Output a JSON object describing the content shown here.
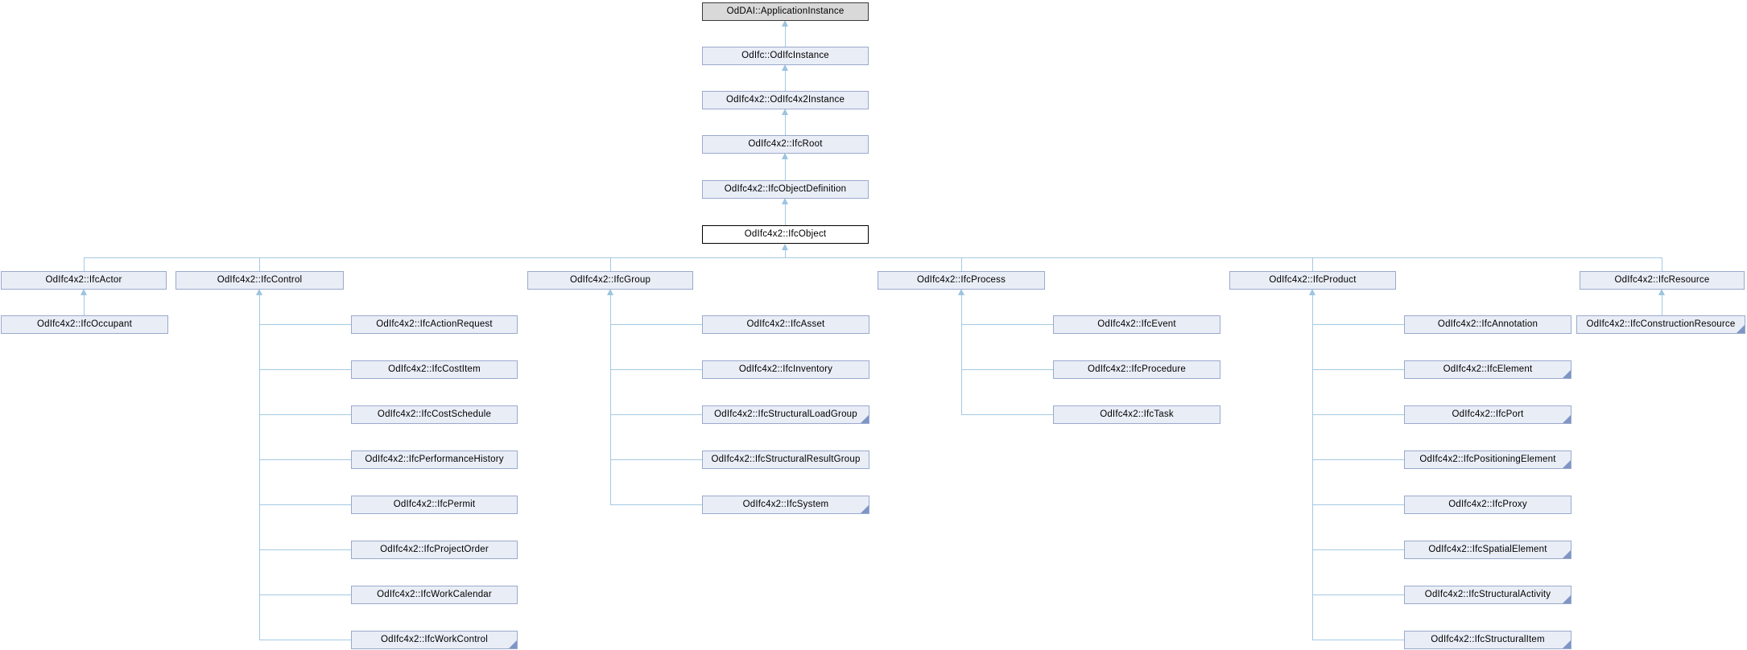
{
  "diagram": {
    "kind": "class-inheritance-diagram",
    "colors": {
      "node_fill": "#e9edf6",
      "node_border": "#9aa9cc",
      "top_node_fill": "#d9d9d9",
      "top_node_border": "#3a3a3a",
      "current_node_fill": "#ffffff",
      "current_node_border": "#000000",
      "edge": "#a4c9e3",
      "subclass_marker": "#7e95c5",
      "text": "#000000"
    },
    "hierarchy": {
      "ancestor_chain_top_to_bottom": [
        "application_instance",
        "odifc_instance",
        "odifc4x2_instance",
        "ifc_root",
        "ifc_object_definition",
        "ifc_object"
      ],
      "current_class": "ifc_object",
      "children_of_current": [
        "ifc_actor",
        "ifc_control",
        "ifc_group",
        "ifc_process",
        "ifc_product",
        "ifc_resource"
      ],
      "children_of_ifc_actor": [
        "ifc_occupant"
      ],
      "children_of_ifc_control": [
        "ifc_action_request",
        "ifc_cost_item",
        "ifc_cost_schedule",
        "ifc_performance_history",
        "ifc_permit",
        "ifc_project_order",
        "ifc_work_calendar",
        "ifc_work_control"
      ],
      "children_of_ifc_group": [
        "ifc_asset",
        "ifc_inventory",
        "ifc_structural_load_group",
        "ifc_structural_result_group",
        "ifc_system"
      ],
      "children_of_ifc_process": [
        "ifc_event",
        "ifc_procedure",
        "ifc_task"
      ],
      "children_of_ifc_product": [
        "ifc_annotation",
        "ifc_element",
        "ifc_port",
        "ifc_positioning_element",
        "ifc_proxy",
        "ifc_spatial_element",
        "ifc_structural_activity",
        "ifc_structural_item"
      ],
      "children_of_ifc_resource": [
        "ifc_construction_resource"
      ],
      "nodes_with_subclass_marker": [
        "ifc_work_control",
        "ifc_structural_load_group",
        "ifc_system",
        "ifc_element",
        "ifc_port",
        "ifc_positioning_element",
        "ifc_spatial_element",
        "ifc_structural_activity",
        "ifc_structural_item",
        "ifc_construction_resource"
      ]
    }
  },
  "nodes": {
    "application_instance": {
      "label": "OdDAI::ApplicationInstance"
    },
    "odifc_instance": {
      "label": "OdIfc::OdIfcInstance"
    },
    "odifc4x2_instance": {
      "label": "OdIfc4x2::OdIfc4x2Instance"
    },
    "ifc_root": {
      "label": "OdIfc4x2::IfcRoot"
    },
    "ifc_object_definition": {
      "label": "OdIfc4x2::IfcObjectDefinition"
    },
    "ifc_object": {
      "label": "OdIfc4x2::IfcObject"
    },
    "ifc_actor": {
      "label": "OdIfc4x2::IfcActor"
    },
    "ifc_occupant": {
      "label": "OdIfc4x2::IfcOccupant"
    },
    "ifc_control": {
      "label": "OdIfc4x2::IfcControl"
    },
    "ifc_action_request": {
      "label": "OdIfc4x2::IfcActionRequest"
    },
    "ifc_cost_item": {
      "label": "OdIfc4x2::IfcCostItem"
    },
    "ifc_cost_schedule": {
      "label": "OdIfc4x2::IfcCostSchedule"
    },
    "ifc_performance_history": {
      "label": "OdIfc4x2::IfcPerformanceHistory"
    },
    "ifc_permit": {
      "label": "OdIfc4x2::IfcPermit"
    },
    "ifc_project_order": {
      "label": "OdIfc4x2::IfcProjectOrder"
    },
    "ifc_work_calendar": {
      "label": "OdIfc4x2::IfcWorkCalendar"
    },
    "ifc_work_control": {
      "label": "OdIfc4x2::IfcWorkControl"
    },
    "ifc_group": {
      "label": "OdIfc4x2::IfcGroup"
    },
    "ifc_asset": {
      "label": "OdIfc4x2::IfcAsset"
    },
    "ifc_inventory": {
      "label": "OdIfc4x2::IfcInventory"
    },
    "ifc_structural_load_group": {
      "label": "OdIfc4x2::IfcStructuralLoadGroup"
    },
    "ifc_structural_result_group": {
      "label": "OdIfc4x2::IfcStructuralResultGroup"
    },
    "ifc_system": {
      "label": "OdIfc4x2::IfcSystem"
    },
    "ifc_process": {
      "label": "OdIfc4x2::IfcProcess"
    },
    "ifc_event": {
      "label": "OdIfc4x2::IfcEvent"
    },
    "ifc_procedure": {
      "label": "OdIfc4x2::IfcProcedure"
    },
    "ifc_task": {
      "label": "OdIfc4x2::IfcTask"
    },
    "ifc_product": {
      "label": "OdIfc4x2::IfcProduct"
    },
    "ifc_annotation": {
      "label": "OdIfc4x2::IfcAnnotation"
    },
    "ifc_element": {
      "label": "OdIfc4x2::IfcElement"
    },
    "ifc_port": {
      "label": "OdIfc4x2::IfcPort"
    },
    "ifc_positioning_element": {
      "label": "OdIfc4x2::IfcPositioningElement"
    },
    "ifc_proxy": {
      "label": "OdIfc4x2::IfcProxy"
    },
    "ifc_spatial_element": {
      "label": "OdIfc4x2::IfcSpatialElement"
    },
    "ifc_structural_activity": {
      "label": "OdIfc4x2::IfcStructuralActivity"
    },
    "ifc_structural_item": {
      "label": "OdIfc4x2::IfcStructuralItem"
    },
    "ifc_resource": {
      "label": "OdIfc4x2::IfcResource"
    },
    "ifc_construction_resource": {
      "label": "OdIfc4x2::IfcConstructionResource"
    }
  }
}
